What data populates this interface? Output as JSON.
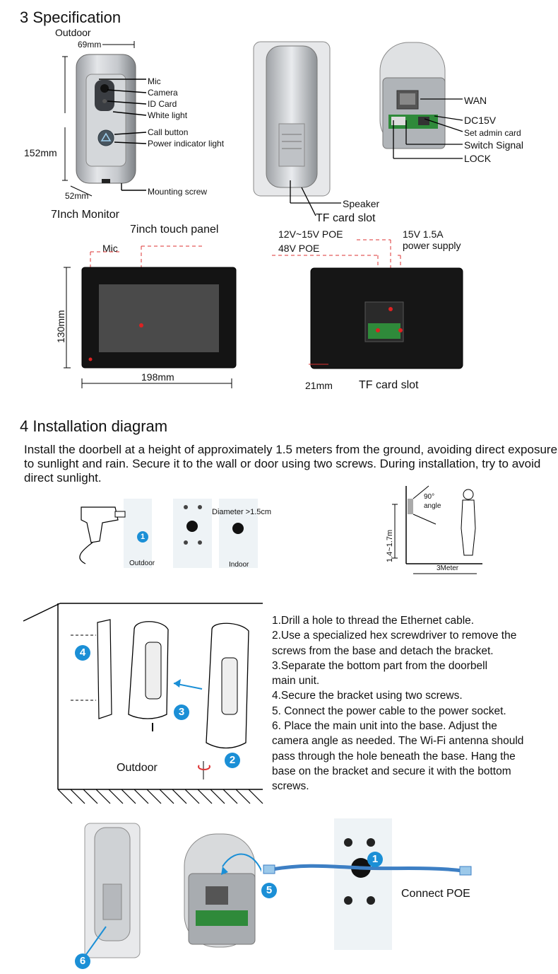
{
  "spec": {
    "title": "3 Specification",
    "outdoor_label": "Outdoor",
    "width": "69mm",
    "height": "152mm",
    "depth": "52mm",
    "callouts": [
      "Mic",
      "Camera",
      "ID Card",
      "White light",
      "Call button",
      "Power indicator light",
      "Mounting screw"
    ],
    "rear_callouts": [
      "Speaker",
      "TF card slot"
    ],
    "ports": [
      "WAN",
      "DC15V",
      "Set admin card",
      "Switch Signal",
      "LOCK"
    ]
  },
  "monitor": {
    "title": "7Inch Monitor",
    "touch_panel": "7inch touch panel",
    "mic": "Mic",
    "height": "130mm",
    "width": "198mm",
    "poe_line1": "12V~15V POE",
    "poe_line2": "48V POE",
    "power_line1": "15V 1.5A",
    "power_line2": "power supply",
    "depth": "21mm",
    "tf_slot": "TF card slot"
  },
  "install": {
    "title": "4  Installation diagram",
    "intro": "Install the doorbell at a height of approximately 1.5 meters from the ground, avoiding direct exposure to sunlight and rain. Secure it to the wall or door using two screws. During installation, try to avoid direct sunlight.",
    "drill_badge": "1",
    "outdoor_tag": "Outdoor",
    "diameter": "Diameter >1.5cm",
    "indoor_tag": "Indoor",
    "angle_deg": "90°",
    "angle_word": "angle",
    "height_range": "1.4~1.7m",
    "distance": "3Meter",
    "outdoor_label": "Outdoor",
    "badges": [
      "4",
      "3",
      "2"
    ],
    "steps": [
      "1.Drill a hole to thread the Ethernet cable.",
      "2.Use a specialized hex screwdriver to remove the",
      "screws from the base and detach the bracket.",
      "3.Separate the bottom part from the doorbell",
      "main unit.",
      "4.Secure the bracket using two screws.",
      "5. Connect the power cable to the power socket.",
      "6.  Place the main unit into the base. Adjust the",
      "camera angle as needed. The Wi-Fi antenna should",
      "pass through the hole beneath the base. Hang the",
      "base on the bracket and secure it with the bottom",
      "screws."
    ],
    "bottom_badges": [
      "6",
      "5",
      "1"
    ],
    "connect_poe": "Connect POE"
  }
}
